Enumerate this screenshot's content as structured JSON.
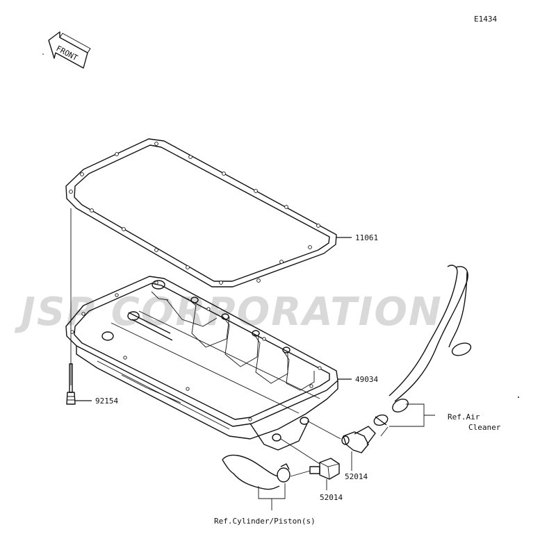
{
  "diagram_code": "E1434",
  "front_label": "FRONT",
  "watermark": "JSP CORPORATION",
  "parts": [
    {
      "number": "11061"
    },
    {
      "number": "49034"
    },
    {
      "number": "92154"
    },
    {
      "number": "52014"
    },
    {
      "number": "52014"
    }
  ],
  "references": {
    "air_cleaner_line1": "Ref.Air",
    "air_cleaner_line2": "Cleaner",
    "cylinder_piston": "Ref.Cylinder/Piston(s)"
  }
}
